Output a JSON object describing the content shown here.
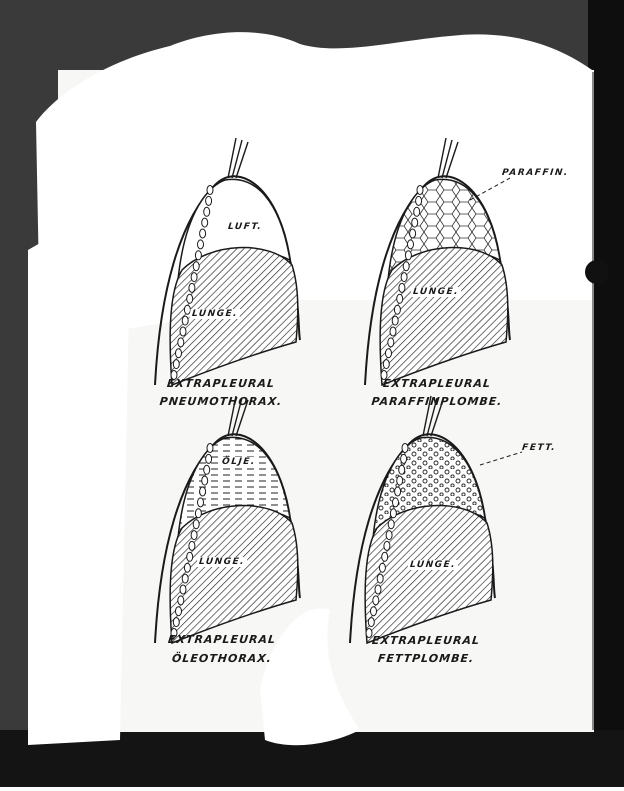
{
  "colors": {
    "background_photo": "#3b3b3b",
    "paper": "#f7f7f5",
    "ink": "#1a1a1a",
    "fill": "#ffffff",
    "hatch": "#222222"
  },
  "panels": [
    {
      "id": "pneumothorax",
      "inner_labels": [
        "LUFT.",
        "LUNGE."
      ],
      "caption_line1": "EXTRAPLEURAL",
      "caption_line2": "PNEUMOTHORAX."
    },
    {
      "id": "paraffinplombe",
      "inner_labels": [
        "LUNGE."
      ],
      "pointer_label": "PARAFFIN.",
      "caption_line1": "EXTRAPLEURAL",
      "caption_line2": "PARAFFINPLOMBE."
    },
    {
      "id": "oleothorax",
      "inner_labels": [
        "ÖLJE.",
        "LUNGE."
      ],
      "caption_line1": "EXTRAPLEURAL",
      "caption_line2": "ÖLEOTHORAX."
    },
    {
      "id": "fettplombe",
      "inner_labels": [
        "LUNGE."
      ],
      "pointer_label": "FETT.",
      "caption_line1": "EXTRAPLEURAL",
      "caption_line2": "FETTPLOMBE."
    }
  ]
}
